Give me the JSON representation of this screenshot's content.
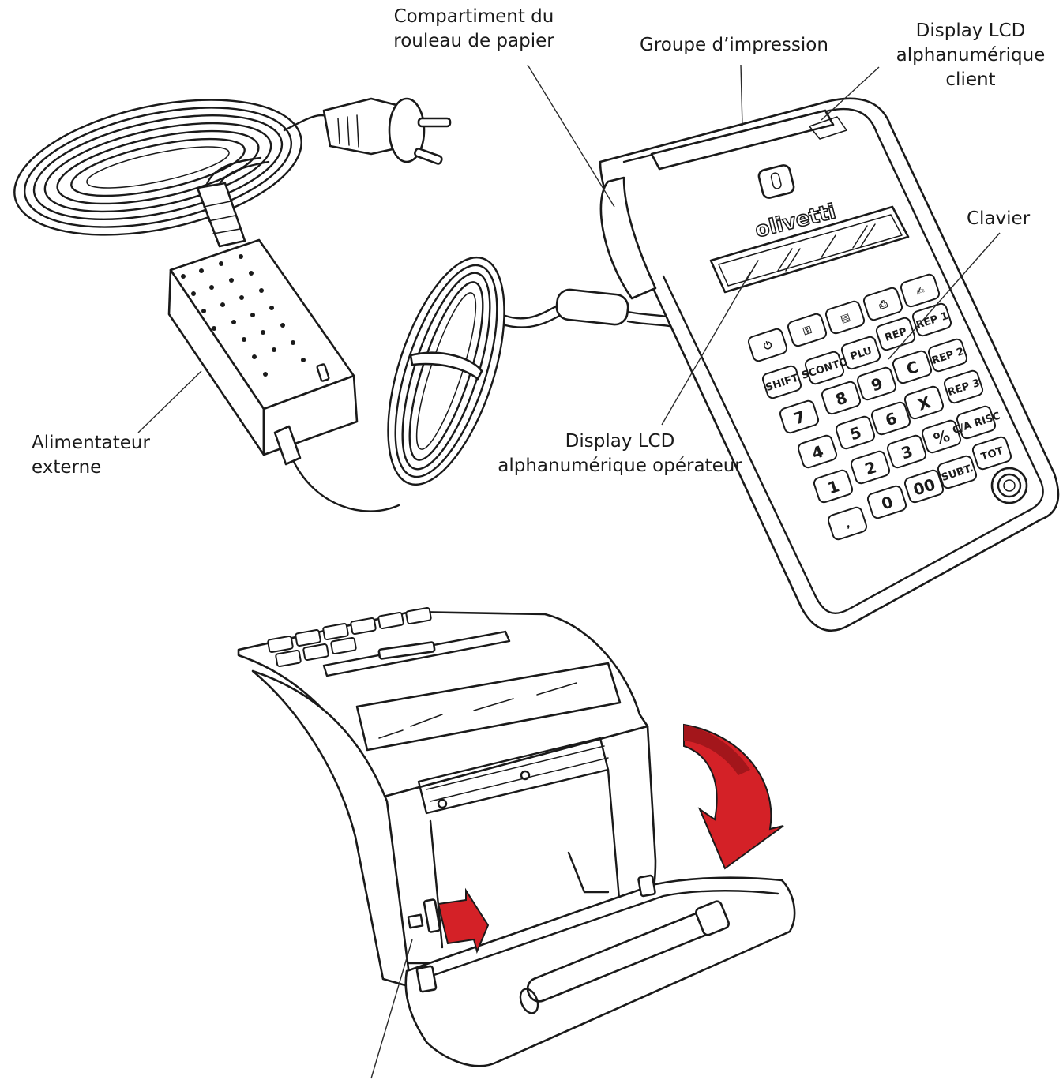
{
  "callouts": {
    "paper_compartment": [
      "Compartiment du",
      "rouleau de papier"
    ],
    "print_group": [
      "Groupe d’impression"
    ],
    "customer_display": [
      "Display LCD",
      "alphanumérique",
      "client"
    ],
    "keyboard": [
      "Clavier"
    ],
    "power_supply": [
      "Alimentateur",
      "externe"
    ],
    "operator_display": [
      "Display LCD",
      "alphanumérique opérateur"
    ]
  },
  "brand_logo": "olivetti",
  "keys": [
    {
      "id": "power",
      "label": "⏻"
    },
    {
      "id": "key",
      "label": "⚿"
    },
    {
      "id": "doc",
      "label": "▤"
    },
    {
      "id": "printer",
      "label": "⎙"
    },
    {
      "id": "hand",
      "label": "✍"
    },
    {
      "id": "rep",
      "label": "REP"
    },
    {
      "id": "rep1",
      "label": "REP 1"
    },
    {
      "id": "shift",
      "label": "SHIFT"
    },
    {
      "id": "sconto",
      "label": "SCONTO"
    },
    {
      "id": "plu",
      "label": "PLU"
    },
    {
      "id": "c",
      "label": "C"
    },
    {
      "id": "rep2",
      "label": "REP 2"
    },
    {
      "id": "k9",
      "label": "9"
    },
    {
      "id": "k8",
      "label": "8"
    },
    {
      "id": "x",
      "label": "X"
    },
    {
      "id": "rep3",
      "label": "REP 3"
    },
    {
      "id": "k7",
      "label": "7"
    },
    {
      "id": "k6",
      "label": "6"
    },
    {
      "id": "k5",
      "label": "5"
    },
    {
      "id": "pct",
      "label": "%"
    },
    {
      "id": "carisc",
      "label": "C/A RISC"
    },
    {
      "id": "k4",
      "label": "4"
    },
    {
      "id": "k3",
      "label": "3"
    },
    {
      "id": "k2",
      "label": "2"
    },
    {
      "id": "tot",
      "label": "TOT"
    },
    {
      "id": "k1",
      "label": "1"
    },
    {
      "id": "subt",
      "label": "SUBT."
    },
    {
      "id": "k00",
      "label": "00"
    },
    {
      "id": "k0",
      "label": "0"
    },
    {
      "id": "comma",
      "label": ","
    }
  ],
  "colors": {
    "ink": "#1a1a1a",
    "arrow_red": "#d42127",
    "arrow_red_dark": "#a3161b",
    "paper": "#ffffff"
  }
}
